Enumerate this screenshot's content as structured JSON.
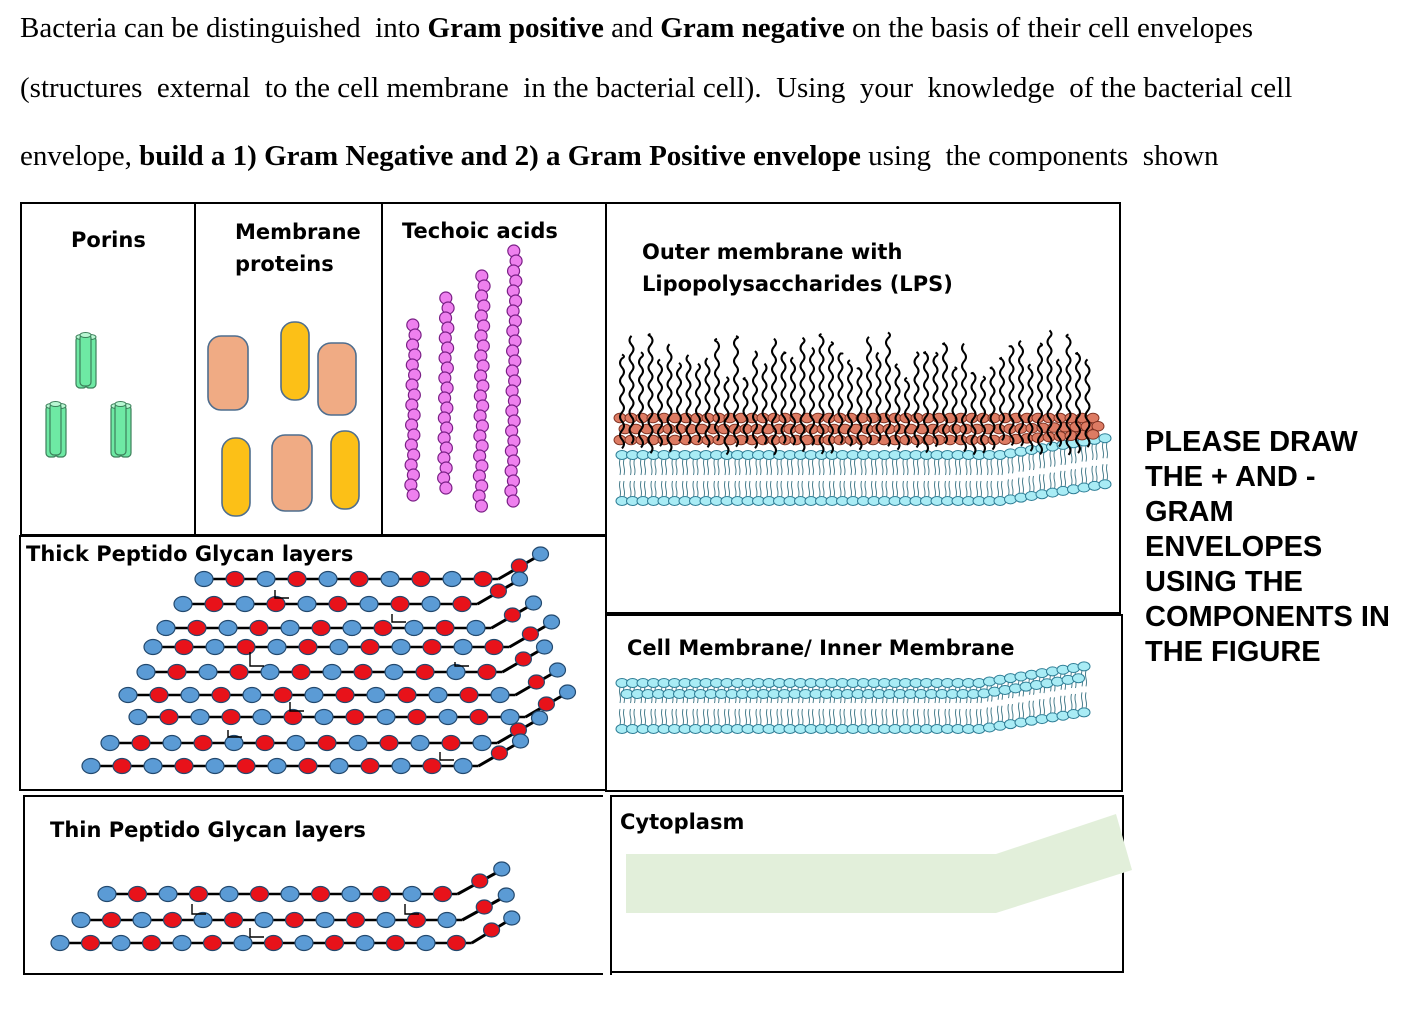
{
  "intro": {
    "line1": [
      {
        "text": "Bacteria can be distinguished  into ",
        "bold": false
      },
      {
        "text": "Gram positive",
        "bold": true
      },
      {
        "text": " and ",
        "bold": false
      },
      {
        "text": "Gram negative",
        "bold": true
      },
      {
        "text": " on the basis of their cell envelopes",
        "bold": false
      }
    ],
    "line2": [
      {
        "text": "(structures  external  to the cell membrane  in the bacterial cell).  Using  your  knowledge  of the bacterial cell",
        "bold": false
      }
    ],
    "line3": [
      {
        "text": "envelope, ",
        "bold": false
      },
      {
        "text": "build a 1) Gram Negative and 2) a Gram Positive envelope",
        "bold": true
      },
      {
        "text": " using  the components  shown",
        "bold": false
      }
    ]
  },
  "panels": {
    "porins": "Porins",
    "membrane_proteins_1": "Membrane",
    "membrane_proteins_2": "proteins",
    "teichoic": "Techoic acids",
    "outer_membrane_1": "Outer membrane with",
    "outer_membrane_2": "Lipopolysaccharides (LPS)",
    "thick_pg": "Thick Peptido Glycan layers",
    "cell_membrane": "Cell Membrane/ Inner Membrane",
    "thin_pg": "Thin Peptido Glycan layers",
    "cytoplasm": "Cytoplasm"
  },
  "note": "PLEASE DRAW THE + AND - GRAM ENVELOPES USING THE COMPONENTS IN THE FIGURE",
  "colors": {
    "porin": "#6ee9a4",
    "protein_peach": "#f0ab84",
    "protein_yellow": "#fcc017",
    "teichoic": "#ee80ee",
    "pg_blue": "#5b9bd5",
    "pg_red": "#e8121a",
    "lipid_head": "#a9ecf5",
    "lps_head": "#dd7b63",
    "cytoplasm": "#e2efda"
  }
}
